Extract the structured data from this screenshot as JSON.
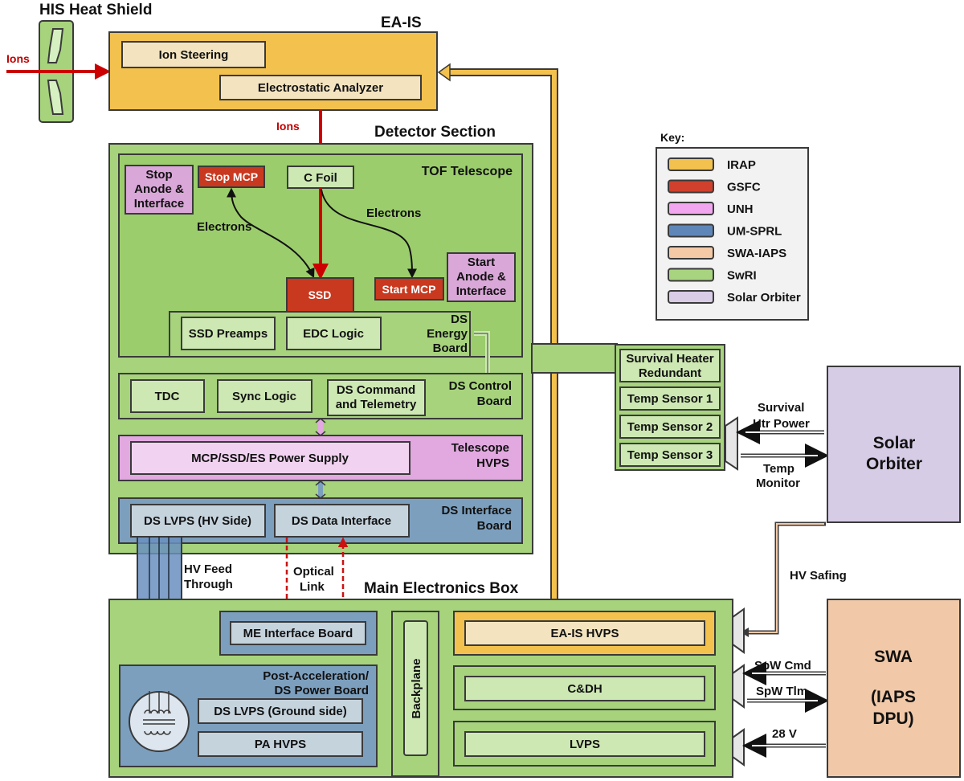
{
  "titles": {
    "his_heat_shield": "HIS Heat Shield",
    "ea_is": "EA-IS",
    "detector_section": "Detector Section",
    "main_electronics_box": "Main Electronics Box",
    "tof_telescope": "TOF Telescope"
  },
  "ions_labels": {
    "left": "Ions",
    "down": "Ions"
  },
  "ea_is": {
    "ion_steering": "Ion Steering",
    "electrostatic_analyzer": "Electrostatic Analyzer"
  },
  "tof": {
    "stop_anode": [
      "Stop",
      "Anode &",
      "Interface"
    ],
    "stop_mcp": "Stop MCP",
    "c_foil": "C Foil",
    "electrons_left": "Electrons",
    "electrons_right": "Electrons",
    "ssd": "SSD",
    "start_mcp": "Start MCP",
    "start_anode": [
      "Start",
      "Anode &",
      "Interface"
    ]
  },
  "ds_energy_board": {
    "label": [
      "DS",
      "Energy",
      "Board"
    ],
    "ssd_preamps": "SSD Preamps",
    "edc_logic": "EDC Logic"
  },
  "ds_control_board": {
    "label": [
      "DS Control",
      "Board"
    ],
    "tdc": "TDC",
    "sync_logic": "Sync Logic",
    "ds_command": [
      "DS Command",
      "and Telemetry"
    ]
  },
  "telescope_hvps": {
    "label": [
      "Telescope",
      "HVPS"
    ],
    "power_supply": "MCP/SSD/ES Power Supply"
  },
  "ds_interface_board": {
    "label": [
      "DS Interface",
      "Board"
    ],
    "ds_lvps": "DS LVPS (HV Side)",
    "ds_data_interface": "DS Data Interface"
  },
  "hv_feed_through": [
    "HV Feed",
    "Through"
  ],
  "optical_link": [
    "Optical",
    "Link"
  ],
  "survival": {
    "heater": [
      "Survival Heater",
      "Redundant"
    ],
    "temp_sensors": [
      "Temp Sensor 1",
      "Temp Sensor 2",
      "Temp Sensor 3"
    ]
  },
  "solar_orbiter": [
    "Solar",
    "Orbiter"
  ],
  "solar_links": {
    "survival_htr_power": [
      "Survival",
      "Htr Power"
    ],
    "temp_monitor": [
      "Temp",
      "Monitor"
    ]
  },
  "hv_safing": "HV Safing",
  "meb": {
    "me_interface_board": "ME Interface Board",
    "post_accel": [
      "Post-Acceleration/",
      "DS Power Board"
    ],
    "ds_lvps_ground": "DS LVPS (Ground side)",
    "pa_hvps": "PA HVPS",
    "backplane": "Backplane",
    "ea_is_hvps": "EA-IS HVPS",
    "cdh": "C&DH",
    "lvps": "LVPS"
  },
  "swa": [
    "SWA",
    "(IAPS",
    "DPU)"
  ],
  "swa_links": {
    "spw_cmd": "SpW Cmd",
    "spw_tlm": "SpW Tlm",
    "v28": "28 V"
  },
  "key": {
    "title": "Key:",
    "items": [
      {
        "label": "IRAP",
        "color": "#f2c14e"
      },
      {
        "label": "GSFC",
        "color": "#d0402c"
      },
      {
        "label": "UNH",
        "color": "#f3a6f0"
      },
      {
        "label": "UM-SPRL",
        "color": "#5f86b8"
      },
      {
        "label": "SWA-IAPS",
        "color": "#f4c9a6"
      },
      {
        "label": "SwRI",
        "color": "#a9d47f"
      },
      {
        "label": "Solar Orbiter",
        "color": "#d8cce6"
      }
    ]
  },
  "colors": {
    "irap": "#f2c14e",
    "gsfc": "#c9391f",
    "unh": "#e2a8e0",
    "um_sprl": "#7c9fbe",
    "swa_iaps": "#f1c9a8",
    "swri": "#a6d37c",
    "solar_orbiter": "#d6cce6",
    "ion_arrow": "#cc0000"
  }
}
